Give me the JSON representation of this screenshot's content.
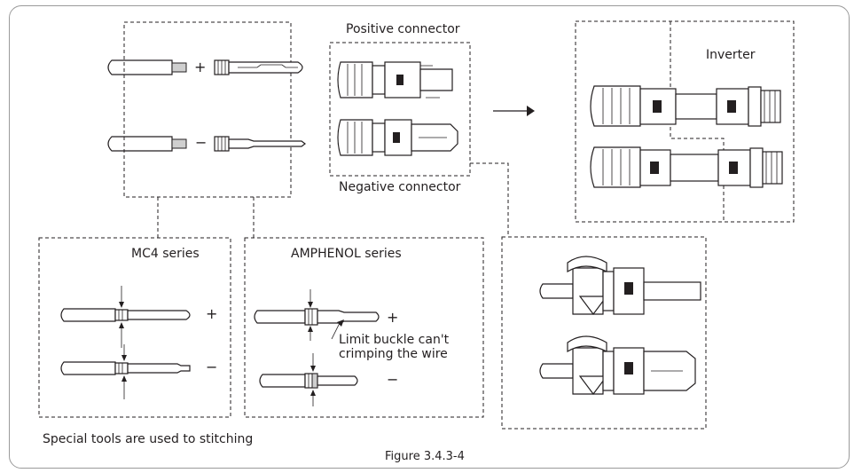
{
  "labels": {
    "positive_connector": "Positive connector",
    "negative_connector": "Negative connector",
    "inverter": "Inverter",
    "mc4_series": "MC4 series",
    "amphenol_series": "AMPHENOL series",
    "limit_buckle_note": "Limit buckle can't crimping the wire",
    "special_tools_note": "Special tools are used to stitching",
    "figure_caption": "Figure 3.4.3-4",
    "plus": "+",
    "minus": "−"
  }
}
